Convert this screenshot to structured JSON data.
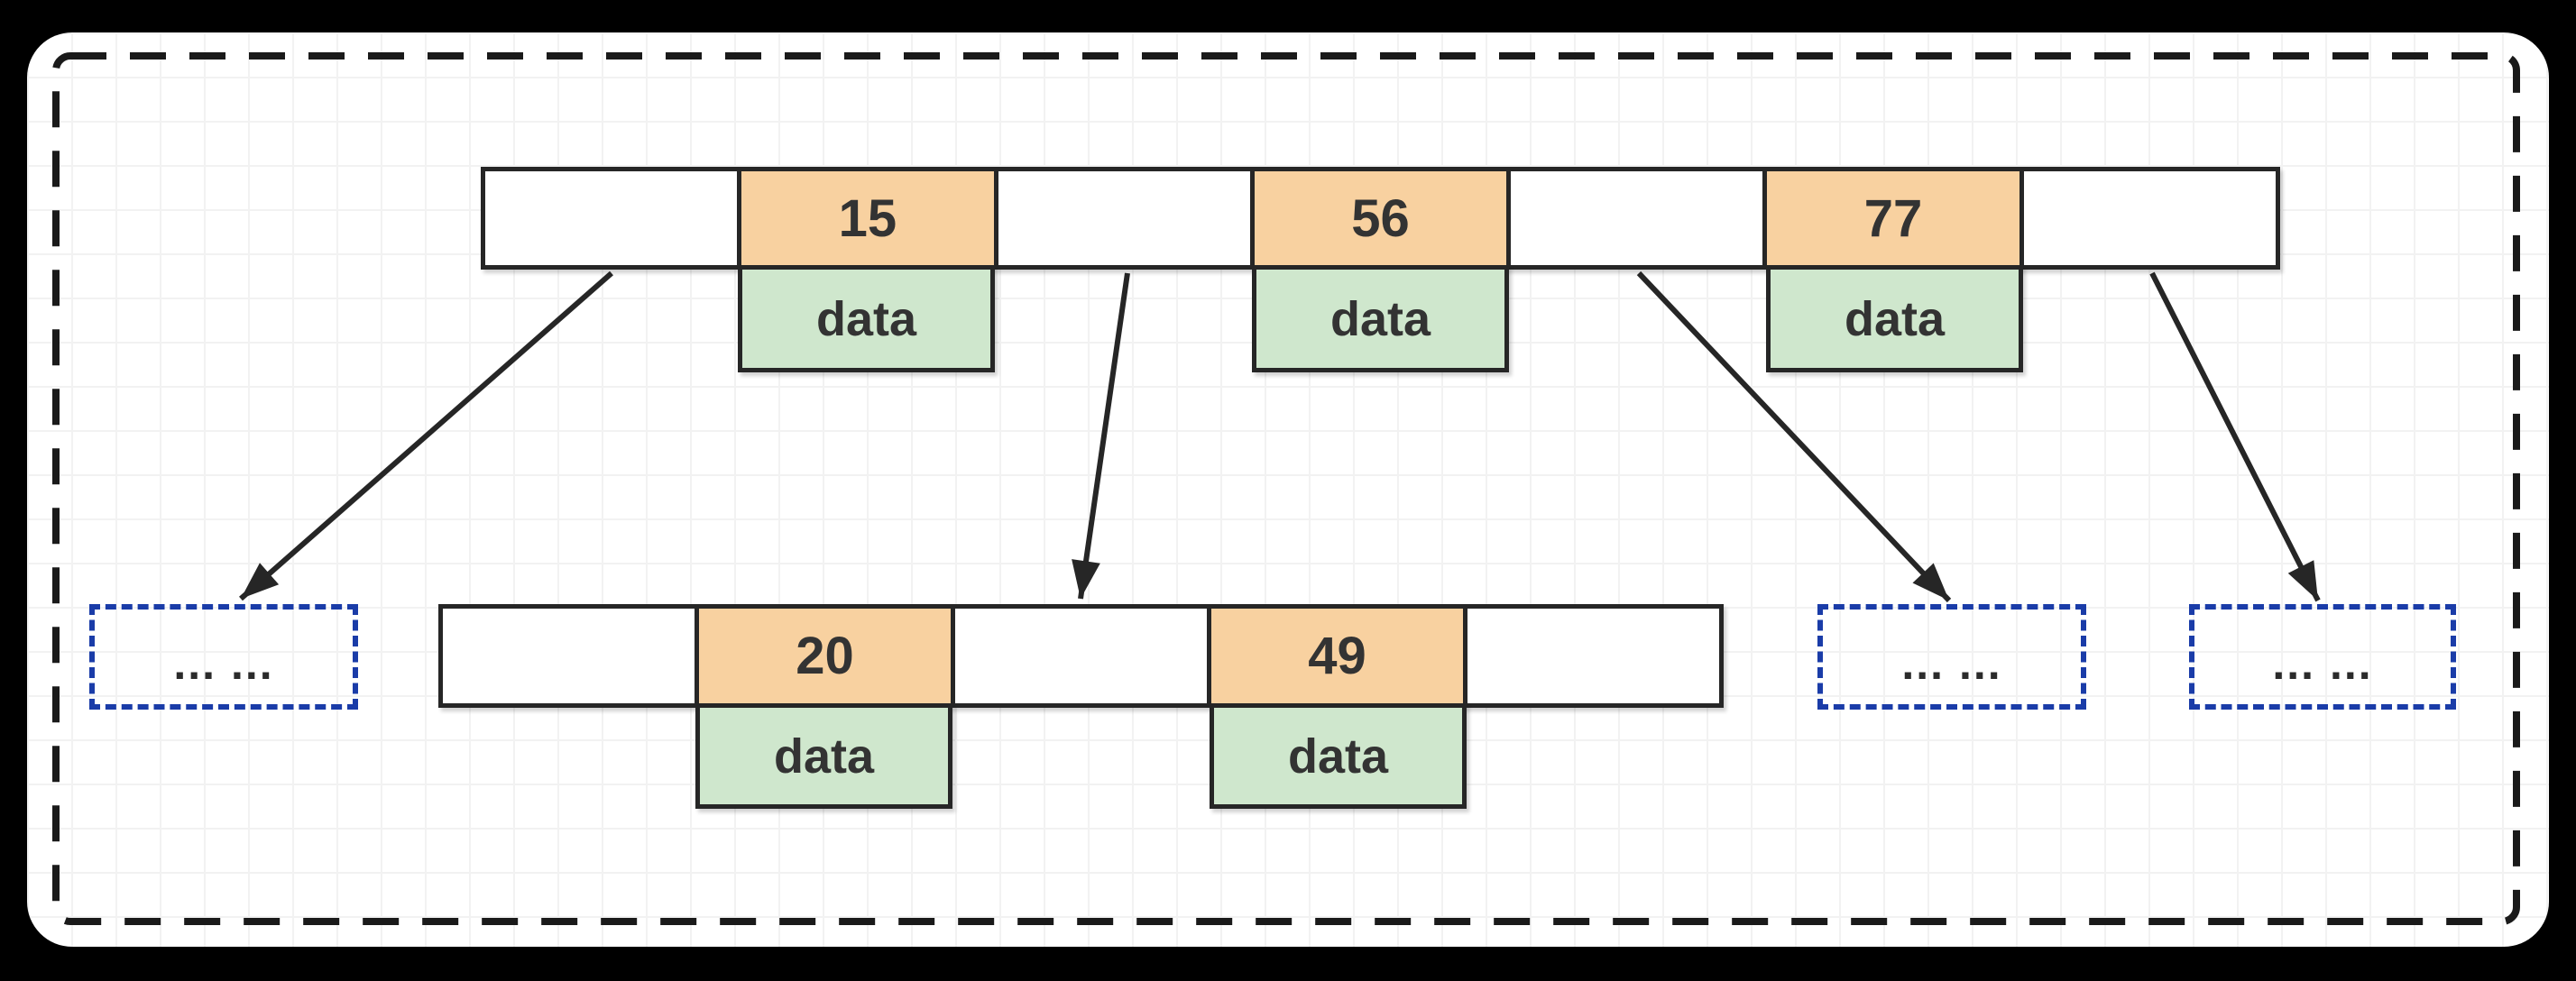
{
  "root_node": {
    "cells": [
      "",
      "15",
      "",
      "56",
      "",
      "77",
      ""
    ],
    "data_labels": [
      "data",
      "data",
      "data"
    ]
  },
  "child_node": {
    "cells": [
      "",
      "20",
      "",
      "49",
      ""
    ],
    "data_labels": [
      "data",
      "data"
    ]
  },
  "placeholders": [
    {
      "label": "... ..."
    },
    {
      "label": "... ..."
    },
    {
      "label": "... ..."
    }
  ],
  "colors": {
    "background": "#000000",
    "panel": "#ffffff",
    "key_cell_fill": "#F8D1A0",
    "data_box_fill": "#CFE7CD",
    "stroke": "#262626",
    "placeholder_border": "#1A3CA8",
    "text": "#333333"
  }
}
